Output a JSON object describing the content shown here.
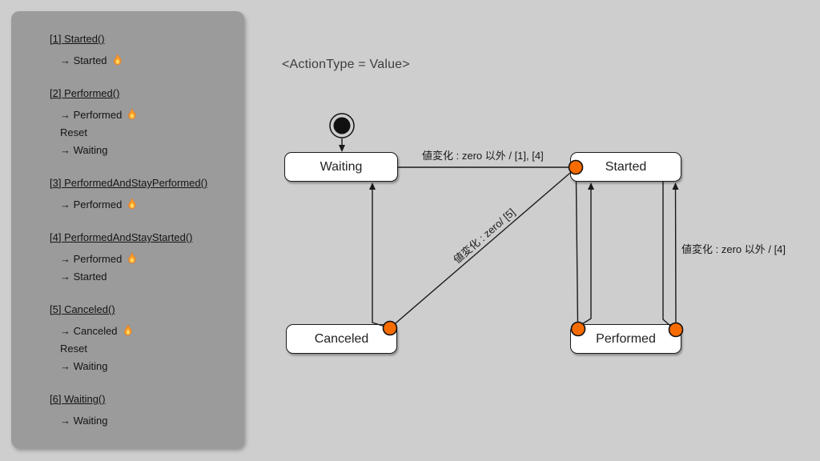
{
  "diagram": {
    "title_note": "<ActionType = Value>",
    "states": {
      "waiting": "Waiting",
      "started": "Started",
      "canceled": "Canceled",
      "performed": "Performed"
    },
    "transition_labels": {
      "waiting_to_started": "値変化 : zero 以外 / [1], [4]",
      "started_to_canceled": "値変化 : zero/ [5]",
      "performed_to_started": "値変化 : zero 以外 / [4]"
    },
    "transitions": [
      {
        "from": "initial",
        "to": "Waiting",
        "label": ""
      },
      {
        "from": "Waiting",
        "to": "Started",
        "label": "値変化 : zero 以外 / [1], [4]"
      },
      {
        "from": "Started",
        "to": "Canceled",
        "label": "値変化 : zero/ [5]"
      },
      {
        "from": "Canceled",
        "to": "Waiting",
        "label": ""
      },
      {
        "from": "Started",
        "to": "Performed",
        "label": ""
      },
      {
        "from": "Performed",
        "to": "Started",
        "label": ""
      },
      {
        "from": "Started",
        "to": "Performed",
        "label": ""
      },
      {
        "from": "Performed",
        "to": "Started",
        "label": "値変化 : zero 以外 / [4]"
      }
    ]
  },
  "actions_panel": {
    "sections": [
      {
        "header": "[1] Started()",
        "items": [
          {
            "text": "→ Started",
            "flame": true
          }
        ]
      },
      {
        "header": "[2] Performed()",
        "items": [
          {
            "text": "→ Performed",
            "flame": true
          },
          {
            "text": "Reset",
            "flame": false
          },
          {
            "text": "→ Waiting",
            "flame": false
          }
        ]
      },
      {
        "header": "[3] PerformedAndStayPerformed()",
        "items": [
          {
            "text": "→ Performed",
            "flame": true
          }
        ]
      },
      {
        "header": "[4] PerformedAndStayStarted()",
        "items": [
          {
            "text": "→ Performed",
            "flame": true
          },
          {
            "text": "→ Started",
            "flame": false
          }
        ]
      },
      {
        "header": "[5] Canceled()",
        "items": [
          {
            "text": "→ Canceled",
            "flame": true
          },
          {
            "text": "Reset",
            "flame": false
          },
          {
            "text": "→ Waiting",
            "flame": false
          }
        ]
      },
      {
        "header": "[6] Waiting()",
        "items": [
          {
            "text": "→ Waiting",
            "flame": false
          }
        ]
      }
    ]
  },
  "icons": {
    "flame": "flame-icon",
    "initial_state": "initial-state-icon",
    "connection_point": "connection-point-icon"
  },
  "colors": {
    "background": "#cecece",
    "panel": "#9b9b9b",
    "state_fill": "#ffffff",
    "line": "#1a1a1a",
    "connection_orange": "#f86b00",
    "flame_orange": "#f89a2b",
    "flame_yellow": "#ffd95e"
  }
}
